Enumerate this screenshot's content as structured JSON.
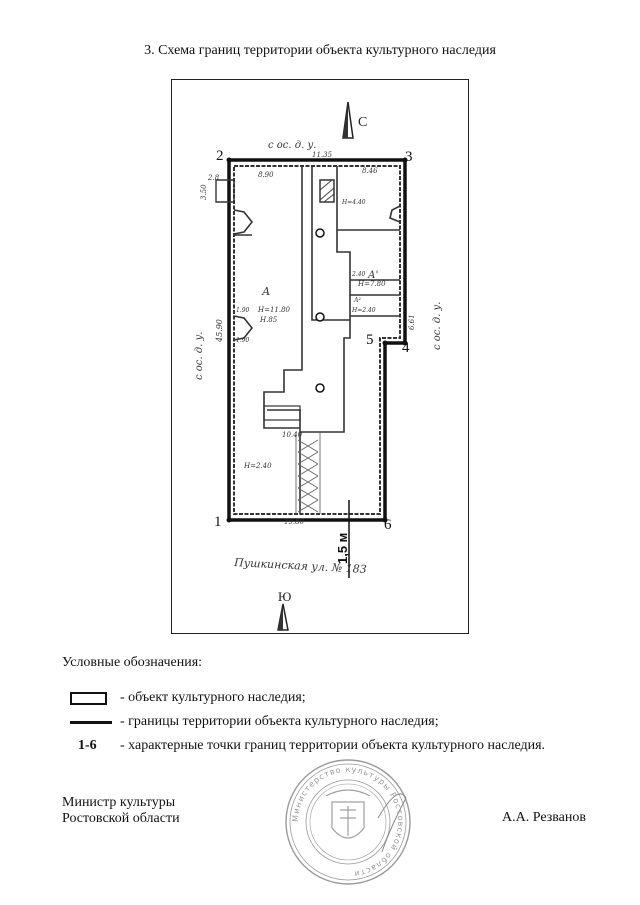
{
  "title": "3. Схема границ территории объекта культурного наследия",
  "plan": {
    "point_labels": [
      "1",
      "2",
      "3",
      "4",
      "5",
      "6"
    ],
    "scale_label": "1,5 м",
    "north_label": "С",
    "south_label": "Ю",
    "street_labels": {
      "top": "с ос. д. у.",
      "left": "с ос. д. у.",
      "right": "с ос. д. у.",
      "bottom": "Пушкинская ул. № 183"
    },
    "room_labels": {
      "main": "А",
      "main_height": "Н=11.80",
      "main_height2": "Н.85",
      "right": "А'",
      "right_height": "Н=7.80",
      "right_small": "Н=4.40",
      "right_small2": "Н=2.40",
      "rear": "Н=2.40",
      "right_mid": "А²",
      "rear_width": "10.40"
    },
    "dimensions": {
      "top": "11.35",
      "left": "45.90",
      "right": "6.61",
      "bottom": "19.80",
      "top_left": "8.90",
      "top_right": "8.46",
      "left_small": "2.8",
      "left_small2": "3.50",
      "left_dim3": "1.90",
      "left_dim4": "1.90",
      "right_dim": "2.40"
    }
  },
  "legend": {
    "title": "Условные обозначения:",
    "items": [
      {
        "text": "- объект культурного наследия;"
      },
      {
        "text": "- границы территории объекта культурного наследия;"
      },
      {
        "code": "1-6",
        "text": "- характерные точки границ территории объекта культурного наследия."
      }
    ]
  },
  "signature": {
    "position_line1": "Министр культуры",
    "position_line2": "Ростовской области",
    "name": "А.А. Резванов",
    "stamp_text": "Министерство культуры Ростовской области"
  }
}
